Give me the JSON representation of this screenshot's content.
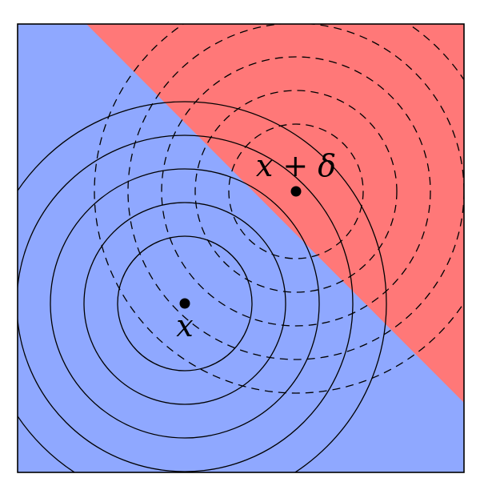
{
  "labels": {
    "point": "x",
    "perturbed_point": "x + δ"
  },
  "colors": {
    "class_a_region": "#8fa8ff",
    "class_b_region": "#ff7878",
    "stroke": "#000000",
    "background": "#ffffff"
  },
  "rings": {
    "solid_count": 5,
    "dashed_count": 5
  }
}
